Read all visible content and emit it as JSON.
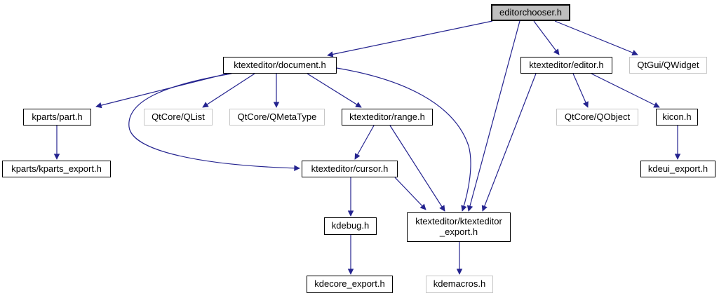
{
  "diagram_type": "include-dependency-graph",
  "colors": {
    "edge": "#24238f",
    "node_border": "#000000",
    "external_node_border": "#c6c6c6",
    "main_node_fill": "#bfbfbf",
    "node_fill": "#ffffff",
    "background": "#ffffff"
  },
  "nodes": [
    {
      "id": "editorchooser",
      "label": "editorchooser.h",
      "type": "main"
    },
    {
      "id": "document",
      "label": "ktexteditor/document.h",
      "type": "linked"
    },
    {
      "id": "editor",
      "label": "ktexteditor/editor.h",
      "type": "linked"
    },
    {
      "id": "qwidget",
      "label": "QtGui/QWidget",
      "type": "external"
    },
    {
      "id": "part",
      "label": "kparts/part.h",
      "type": "linked"
    },
    {
      "id": "qlist",
      "label": "QtCore/QList",
      "type": "external"
    },
    {
      "id": "qmetatype",
      "label": "QtCore/QMetaType",
      "type": "external"
    },
    {
      "id": "range",
      "label": "ktexteditor/range.h",
      "type": "linked"
    },
    {
      "id": "qobject",
      "label": "QtCore/QObject",
      "type": "external"
    },
    {
      "id": "kicon",
      "label": "kicon.h",
      "type": "linked"
    },
    {
      "id": "kparts_export",
      "label": "kparts/kparts_export.h",
      "type": "linked"
    },
    {
      "id": "cursor",
      "label": "ktexteditor/cursor.h",
      "type": "linked"
    },
    {
      "id": "kdeui_export",
      "label": "kdeui_export.h",
      "type": "linked"
    },
    {
      "id": "kdebug",
      "label": "kdebug.h",
      "type": "linked"
    },
    {
      "id": "ktexteditor_export",
      "label": "ktexteditor/ktexteditor\n_export.h",
      "type": "linked"
    },
    {
      "id": "kdecore_export",
      "label": "kdecore_export.h",
      "type": "linked"
    },
    {
      "id": "kdemacros",
      "label": "kdemacros.h",
      "type": "external"
    }
  ],
  "edges": [
    {
      "from": "editorchooser",
      "to": "document"
    },
    {
      "from": "editorchooser",
      "to": "ktexteditor_export"
    },
    {
      "from": "editorchooser",
      "to": "editor"
    },
    {
      "from": "editorchooser",
      "to": "qwidget"
    },
    {
      "from": "document",
      "to": "part"
    },
    {
      "from": "document",
      "to": "qlist"
    },
    {
      "from": "document",
      "to": "qmetatype"
    },
    {
      "from": "document",
      "to": "range"
    },
    {
      "from": "document",
      "to": "cursor"
    },
    {
      "from": "document",
      "to": "ktexteditor_export"
    },
    {
      "from": "part",
      "to": "kparts_export"
    },
    {
      "from": "range",
      "to": "cursor"
    },
    {
      "from": "range",
      "to": "ktexteditor_export"
    },
    {
      "from": "cursor",
      "to": "kdebug"
    },
    {
      "from": "cursor",
      "to": "ktexteditor_export"
    },
    {
      "from": "kdebug",
      "to": "kdecore_export"
    },
    {
      "from": "ktexteditor_export",
      "to": "kdemacros"
    },
    {
      "from": "editor",
      "to": "qobject"
    },
    {
      "from": "editor",
      "to": "kicon"
    },
    {
      "from": "editor",
      "to": "ktexteditor_export"
    },
    {
      "from": "kicon",
      "to": "kdeui_export"
    }
  ]
}
